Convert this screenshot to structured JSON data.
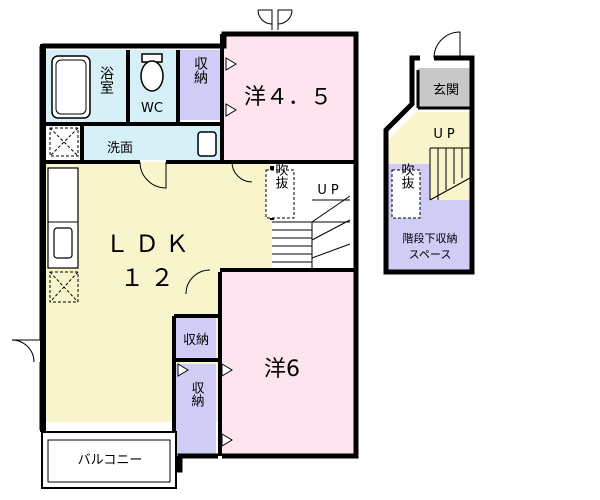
{
  "rooms": {
    "bath": "浴室",
    "wc": "WC",
    "storage_top": "収納",
    "western_45": "洋４．５",
    "washroom": "洗面",
    "fukinuke": "吹抜",
    "up": "UP",
    "ldk": "ＬＤＫ",
    "ldk_size": "１２",
    "storage_mid": "収納",
    "storage_low": "収納",
    "western_6": "洋6",
    "balcony": "バルコニー"
  },
  "annex": {
    "entrance": "玄関",
    "up": "UP",
    "fukinuke": "吹抜",
    "under_stairs_storage": "階段下収納",
    "space": "スペース"
  },
  "colors": {
    "ldk": "#f8f4cc",
    "western": "#fde4ee",
    "storage": "#cfcdf5",
    "wet": "#d6f0f8",
    "entrance": "#c8c8c8",
    "wall": "#000000"
  }
}
